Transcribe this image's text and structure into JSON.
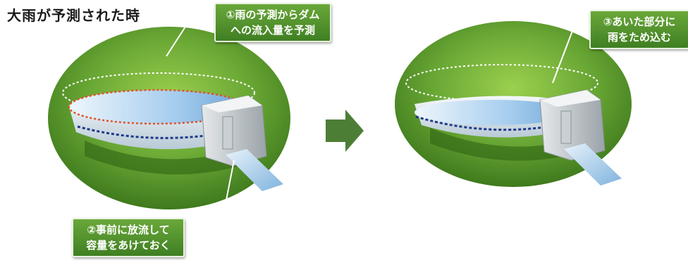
{
  "title": "大雨が予測された時",
  "callouts": {
    "predict": {
      "line1": "①雨の予測からダム",
      "line2": "への流入量を予測"
    },
    "release": {
      "line1": "②事前に放流して",
      "line2": "容量をあけておく"
    },
    "store": {
      "line1": "③あいた部分に",
      "line2": "雨をため込む"
    }
  },
  "colors": {
    "field_green": "#5c9a2c",
    "callout_green": "#4f8f2a",
    "arrow_green": "#4d7e35",
    "water_blue": "#8fc0e8",
    "level_red": "#e0522a",
    "level_navy": "#1f3a8a"
  },
  "icons": [
    "right-arrow-icon"
  ]
}
